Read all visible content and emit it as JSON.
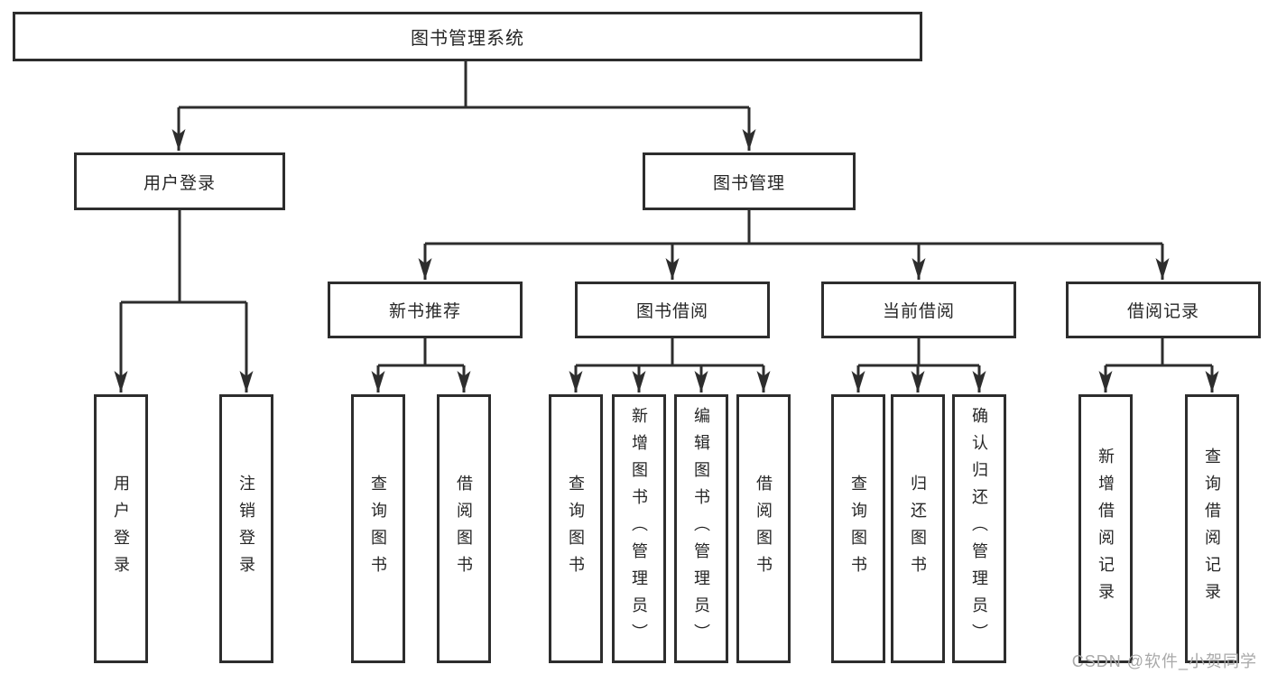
{
  "colors": {
    "line": "#2d2d2d",
    "box_border": "#2d2d2d",
    "text": "#262626",
    "watermark": "#a9a9a9",
    "background": "#ffffff"
  },
  "tree": {
    "root": {
      "label": "图书管理系统"
    },
    "children": [
      {
        "label": "用户登录",
        "children": [
          {
            "label": "用户登录"
          },
          {
            "label": "注销登录"
          }
        ]
      },
      {
        "label": "图书管理",
        "children": [
          {
            "label": "新书推荐",
            "children": [
              {
                "label": "查询图书"
              },
              {
                "label": "借阅图书"
              }
            ]
          },
          {
            "label": "图书借阅",
            "children": [
              {
                "label": "查询图书"
              },
              {
                "label": "新增图书（管理员）"
              },
              {
                "label": "编辑图书（管理员）"
              },
              {
                "label": "借阅图书"
              }
            ]
          },
          {
            "label": "当前借阅",
            "children": [
              {
                "label": "查询图书"
              },
              {
                "label": "归还图书"
              },
              {
                "label": "确认归还（管理员）"
              }
            ]
          },
          {
            "label": "借阅记录",
            "children": [
              {
                "label": "新增借阅记录"
              },
              {
                "label": "查询借阅记录"
              }
            ]
          }
        ]
      }
    ]
  },
  "watermark": {
    "text": "CSDN @软件_小贺同学"
  }
}
